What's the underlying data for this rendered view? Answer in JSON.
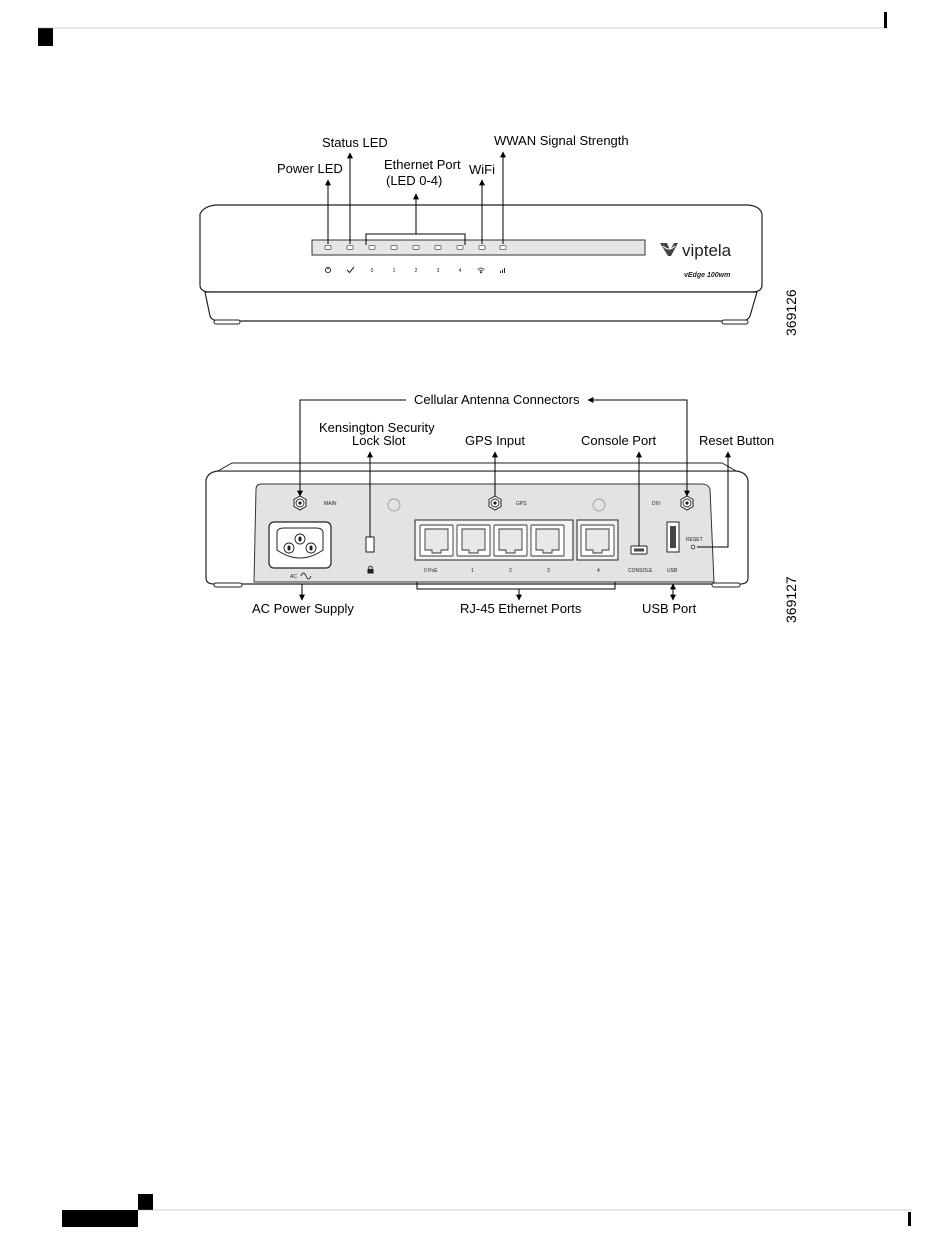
{
  "front_view": {
    "figure_number": "369126",
    "callouts": {
      "status_led": "Status LED",
      "wwan_signal": "WWAN Signal Strength",
      "power_led": "Power LED",
      "ethernet_port_line1": "Ethernet Port",
      "ethernet_port_line2": "(LED 0-4)",
      "wifi": "WiFi"
    },
    "brand_name": "viptela",
    "model_name": "vEdge 100wm",
    "port_numbers": [
      "0",
      "1",
      "2",
      "3",
      "4"
    ]
  },
  "rear_view": {
    "figure_number": "369127",
    "callouts": {
      "cellular_antenna": "Cellular Antenna Connectors",
      "kensington_line1": "Kensington Security",
      "kensington_line2": "Lock Slot",
      "gps_input": "GPS Input",
      "console_port": "Console Port",
      "reset_button": "Reset Button",
      "ac_power": "AC Power Supply",
      "rj45_ports": "RJ-45 Ethernet Ports",
      "usb_port": "USB Port"
    },
    "panel_labels": {
      "main": "MAIN",
      "gps": "GPS",
      "div": "DIV",
      "reset": "RESET",
      "ac": "AC",
      "poe": "0 PoE",
      "port1": "1",
      "port2": "2",
      "port3": "3",
      "port4": "4",
      "console": "CONSOLE",
      "usb": "USB"
    }
  }
}
